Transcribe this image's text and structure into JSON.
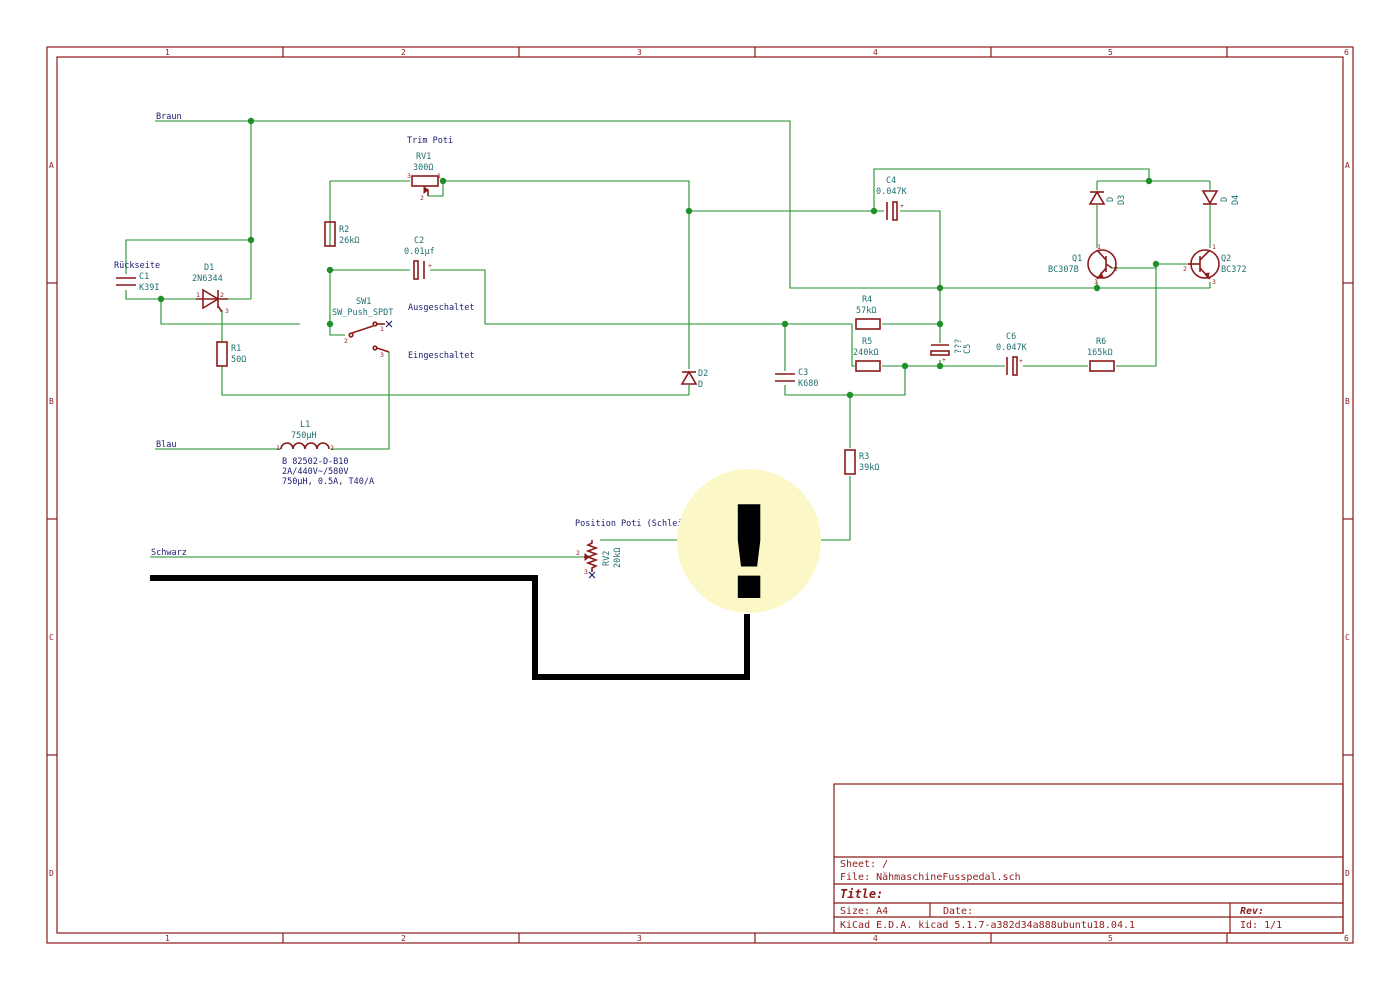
{
  "zones": {
    "columns": [
      "1",
      "2",
      "3",
      "4",
      "5",
      "6"
    ],
    "rows": [
      "A",
      "B",
      "C",
      "D"
    ]
  },
  "nets": {
    "braun": "Braun",
    "blau": "Blau",
    "schwarz": "Schwarz",
    "rueckseite": "Rückseite",
    "trim_poti": "Trim Poti",
    "ausgeschaltet": "Ausgeschaltet",
    "eingeschaltet": "Eingeschaltet",
    "position_poti": "Position Poti (Schleifer"
  },
  "components": {
    "C1": {
      "ref": "C1",
      "value": "K39I"
    },
    "D1": {
      "ref": "D1",
      "value": "2N6344"
    },
    "R1": {
      "ref": "R1",
      "value": "50Ω"
    },
    "R2": {
      "ref": "R2",
      "value": "26kΩ"
    },
    "RV1": {
      "ref": "RV1",
      "value": "300Ω"
    },
    "C2": {
      "ref": "C2",
      "value": "0.01µf"
    },
    "SW1": {
      "ref": "SW1",
      "value": "SW_Push_SPDT"
    },
    "L1": {
      "ref": "L1",
      "value": "750µH",
      "note1": "B 82502-D-B10",
      "note2": "2A/440V~/580V",
      "note3": "750µH, 0.5A, T40/A"
    },
    "D2": {
      "ref": "D2",
      "value": "D"
    },
    "C3": {
      "ref": "C3",
      "value": "K680"
    },
    "C4": {
      "ref": "C4",
      "value": "0.047K"
    },
    "R4": {
      "ref": "R4",
      "value": "57kΩ"
    },
    "R5": {
      "ref": "R5",
      "value": "240kΩ"
    },
    "C5": {
      "ref": "C5",
      "value": "???"
    },
    "C6": {
      "ref": "C6",
      "value": "0.047K"
    },
    "R6": {
      "ref": "R6",
      "value": "165kΩ"
    },
    "R3": {
      "ref": "R3",
      "value": "39kΩ"
    },
    "RV2": {
      "ref": "RV2",
      "value": "20kΩ"
    },
    "D3": {
      "ref": "D3",
      "value": "D"
    },
    "D4": {
      "ref": "D4",
      "value": "D"
    },
    "Q1": {
      "ref": "Q1",
      "value": "BC307B"
    },
    "Q2": {
      "ref": "Q2",
      "value": "BC372"
    }
  },
  "pins": {
    "one": "1",
    "two": "2",
    "three": "3",
    "plus": "+"
  },
  "title_block": {
    "sheet": "Sheet: /",
    "file": "File: NähmaschineFusspedal.sch",
    "title": "Title:",
    "size": "Size: A4",
    "date": "Date:",
    "rev": "Rev:",
    "tool": "KiCad E.D.A.  kicad 5.1.7-a382d34a888ubuntu18.04.1",
    "id": "Id: 1/1"
  },
  "annotation": {
    "symbol": "!",
    "colors": {
      "circle": "#fbf7c7",
      "mark": "#000000",
      "line": "#000000"
    }
  },
  "colors": {
    "frame": "#8b1a1a",
    "wire": "#1f8f2a",
    "label": "#1a1a6e",
    "reference": "#1f6f6f"
  }
}
